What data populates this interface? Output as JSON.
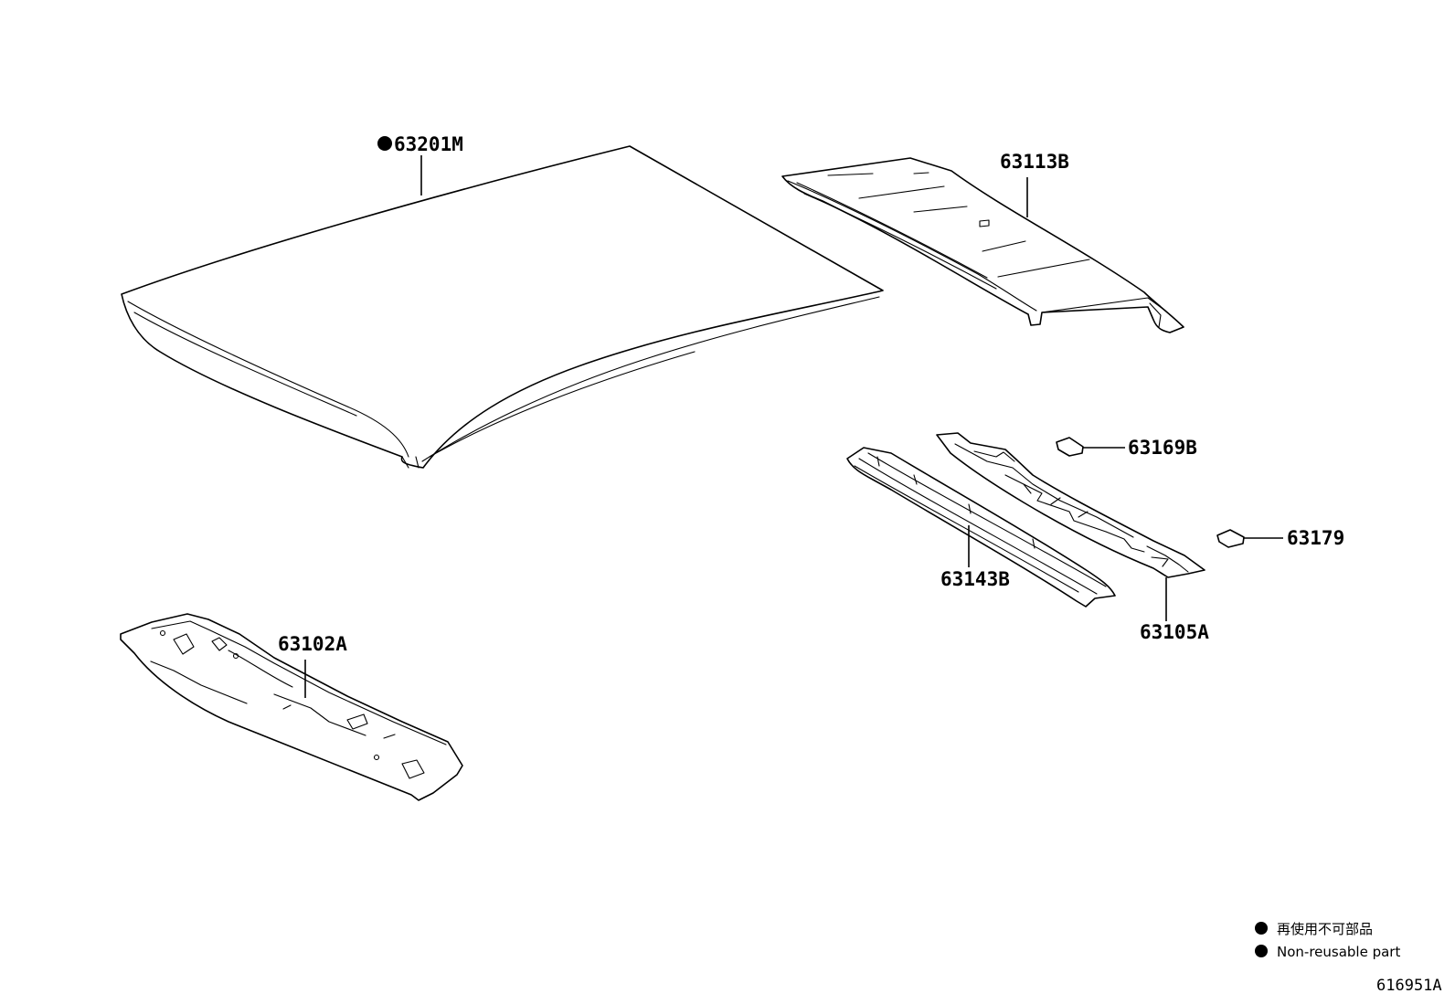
{
  "callouts": {
    "roof_panel": "63201M",
    "roof_side_rail": "63113B",
    "small_bracket": "63169B",
    "small_plate": "63179",
    "inner_rail": "63143B",
    "roof_bow": "63105A",
    "front_header": "63102A"
  },
  "legend": {
    "japanese": "再使用不可部品",
    "english": "Non-reusable part"
  },
  "reference_code": "616951A",
  "colors": {
    "line": "#000000",
    "background": "#ffffff"
  },
  "icons": {
    "non_reusable_marker": "filled-circle-icon"
  }
}
